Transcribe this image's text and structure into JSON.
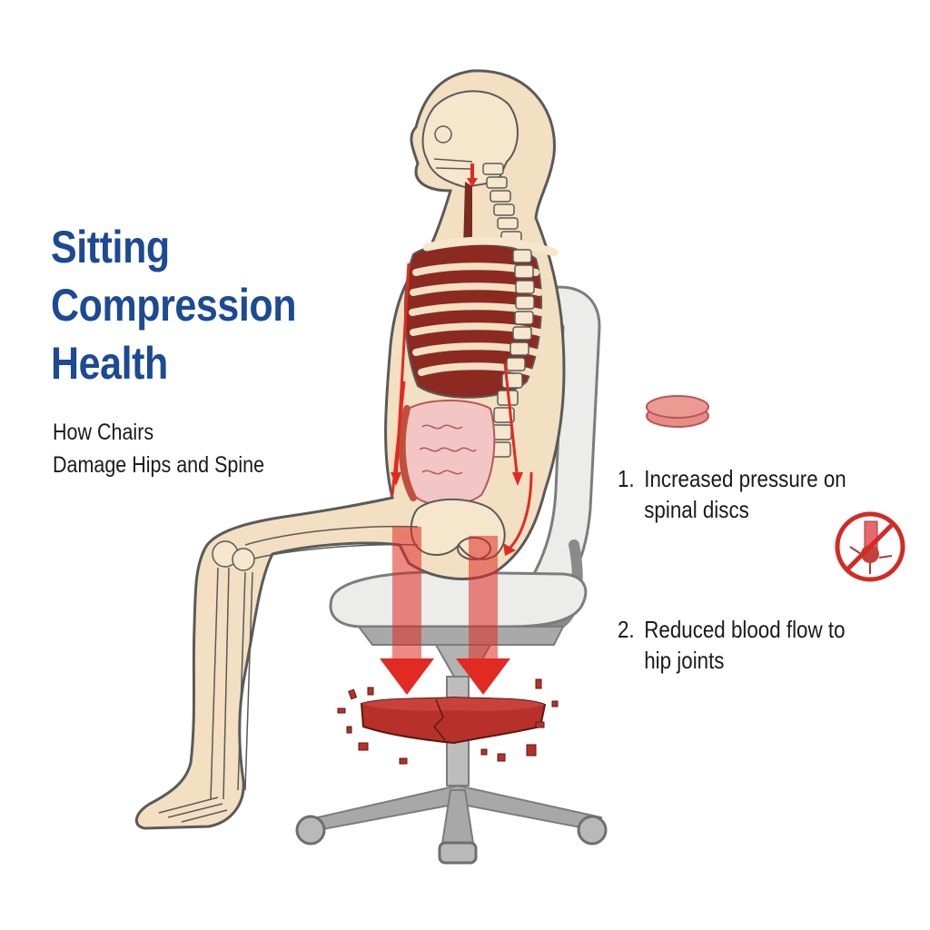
{
  "title": {
    "lines": [
      "Sitting",
      "Compression",
      "Health"
    ],
    "color": "#1c4a93"
  },
  "subtitle": {
    "lines": [
      "How Chairs",
      "Damage Hips and Spine"
    ]
  },
  "points": [
    {
      "number": "1.",
      "lines": [
        "Increased pressure on",
        "spinal discs"
      ],
      "icon": "spinal-disc-icon"
    },
    {
      "number": "2.",
      "lines": [
        "Reduced blood flow to",
        "hip joints"
      ],
      "icon": "blocked-blood-vessel-icon"
    }
  ],
  "illustration": {
    "subject": "seated-human-skeleton-with-organs",
    "chair": "office-chair",
    "broken_element": "crushed-seat-cushion",
    "colors": {
      "skin": "#f3dfc1",
      "outline": "#5a5a5a",
      "arrow": "#e02a22",
      "organ": "#8c2a22",
      "chair": "#9c9c9c",
      "cushion": "#b8302a",
      "disc": "#e88c84"
    }
  }
}
